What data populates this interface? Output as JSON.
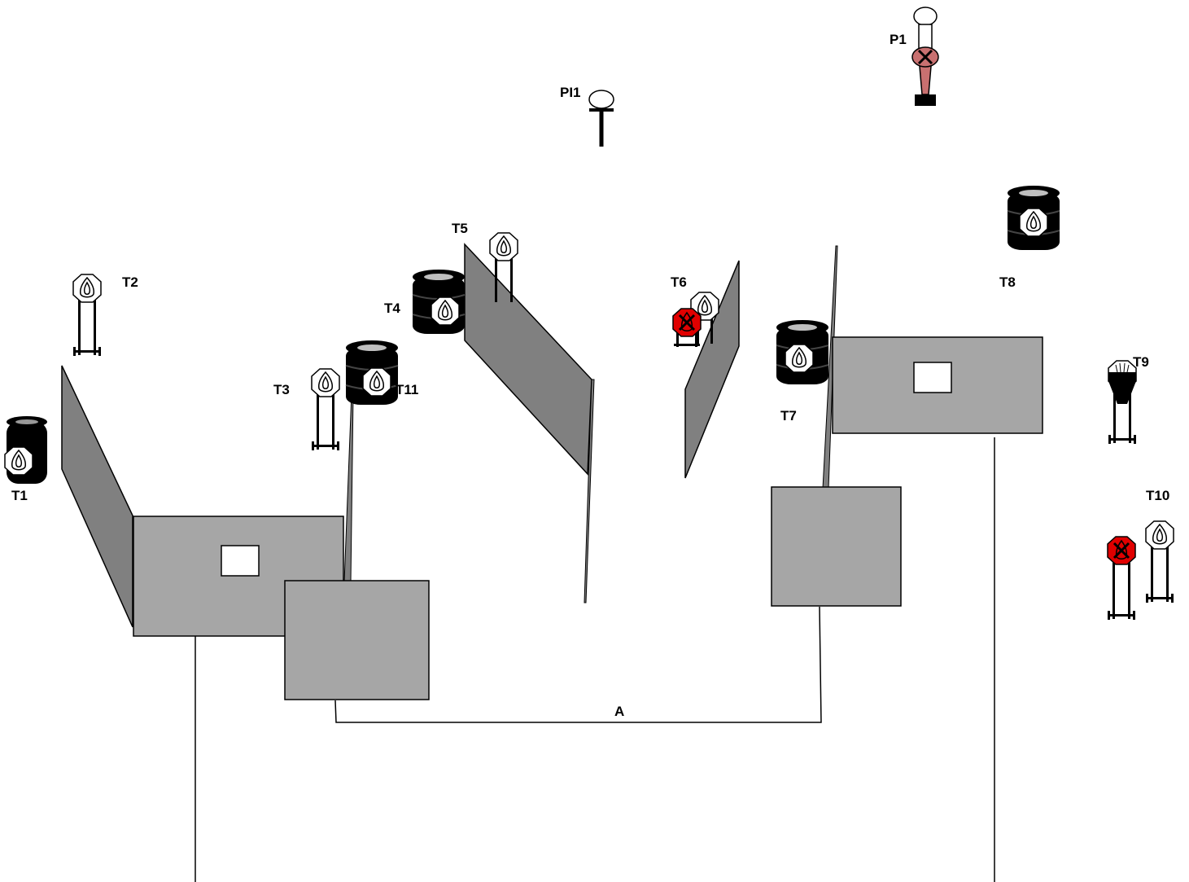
{
  "diagram": {
    "labels": {
      "t1": "T1",
      "t2": "T2",
      "t3": "T3",
      "t4": "T4",
      "t5": "T5",
      "t6": "T6",
      "t7": "T7",
      "t8": "T8",
      "t9": "T9",
      "t10": "T10",
      "t11": "T11",
      "p1": "P1",
      "pi1": "PI1",
      "a": "A"
    },
    "colors": {
      "wall_face": "#808080",
      "barrel": "#000000",
      "no_shoot": "#e00000",
      "popper": "#c87070",
      "target": "#ffffff",
      "window": "#ffffff",
      "box": "#a6a6a6"
    }
  }
}
